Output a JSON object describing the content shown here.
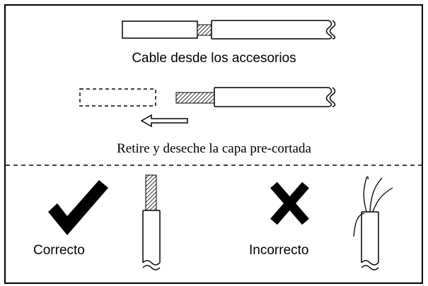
{
  "top_section": {
    "caption_cable": "Cable desde los accesorios",
    "caption_strip": "Retire y deseche la capa pre-cortada"
  },
  "bottom_section": {
    "correct_label": "Correcto",
    "incorrect_label": "Incorrecto"
  },
  "icons": {
    "correct": "check-mark-icon",
    "incorrect": "x-mark-icon"
  },
  "colors": {
    "ink": "#000000",
    "background": "#ffffff"
  }
}
